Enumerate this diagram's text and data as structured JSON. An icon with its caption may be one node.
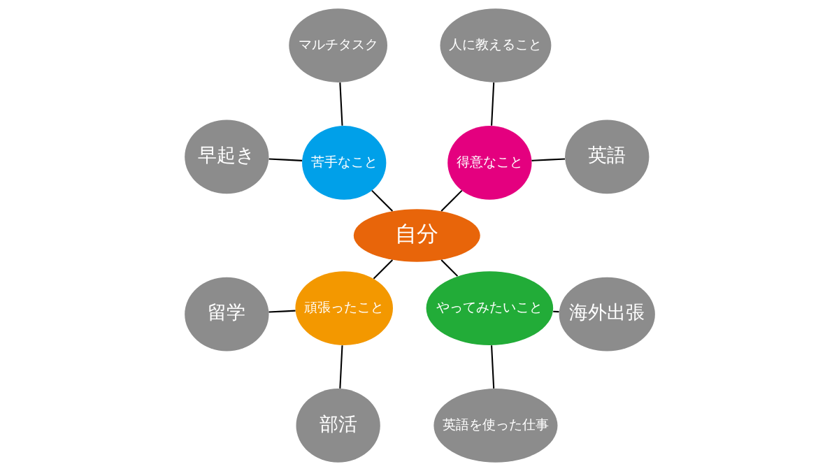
{
  "diagram": {
    "nodes": [
      {
        "text": [
          "自分"
        ]
      },
      {
        "text": [
          "得意なこと"
        ]
      },
      {
        "text": [
          "苦手なこと"
        ]
      },
      {
        "text": [
          "頑張ったこと"
        ]
      },
      {
        "text": [
          "やってみたいこと"
        ]
      },
      {
        "text": [
          "英語"
        ]
      },
      {
        "text": [
          "人に教えること"
        ]
      },
      {
        "text": [
          "マルチタスク"
        ]
      },
      {
        "text": [
          "早起き"
        ]
      },
      {
        "text": [
          "留学"
        ]
      },
      {
        "text": [
          "部活"
        ]
      },
      {
        "text": [
          "英語を使った仕事"
        ]
      },
      {
        "text": [
          "海外出張"
        ]
      }
    ],
    "edges": [
      {
        "from": 0,
        "to": 1,
        "arrow": "none"
      },
      {
        "from": 0,
        "to": 2,
        "arrow": "none"
      },
      {
        "from": 0,
        "to": 3,
        "arrow": "none"
      },
      {
        "from": 0,
        "to": 4,
        "arrow": "none"
      },
      {
        "from": 1,
        "to": 5,
        "arrow": "none"
      },
      {
        "from": 1,
        "to": 6,
        "arrow": "none"
      },
      {
        "from": 2,
        "to": 7,
        "arrow": "none"
      },
      {
        "from": 2,
        "to": 8,
        "arrow": "none"
      },
      {
        "from": 3,
        "to": 9,
        "arrow": "none"
      },
      {
        "from": 3,
        "to": 10,
        "arrow": "none"
      },
      {
        "from": 4,
        "to": 11,
        "arrow": "none"
      },
      {
        "from": 4,
        "to": 12,
        "arrow": "none"
      }
    ]
  }
}
